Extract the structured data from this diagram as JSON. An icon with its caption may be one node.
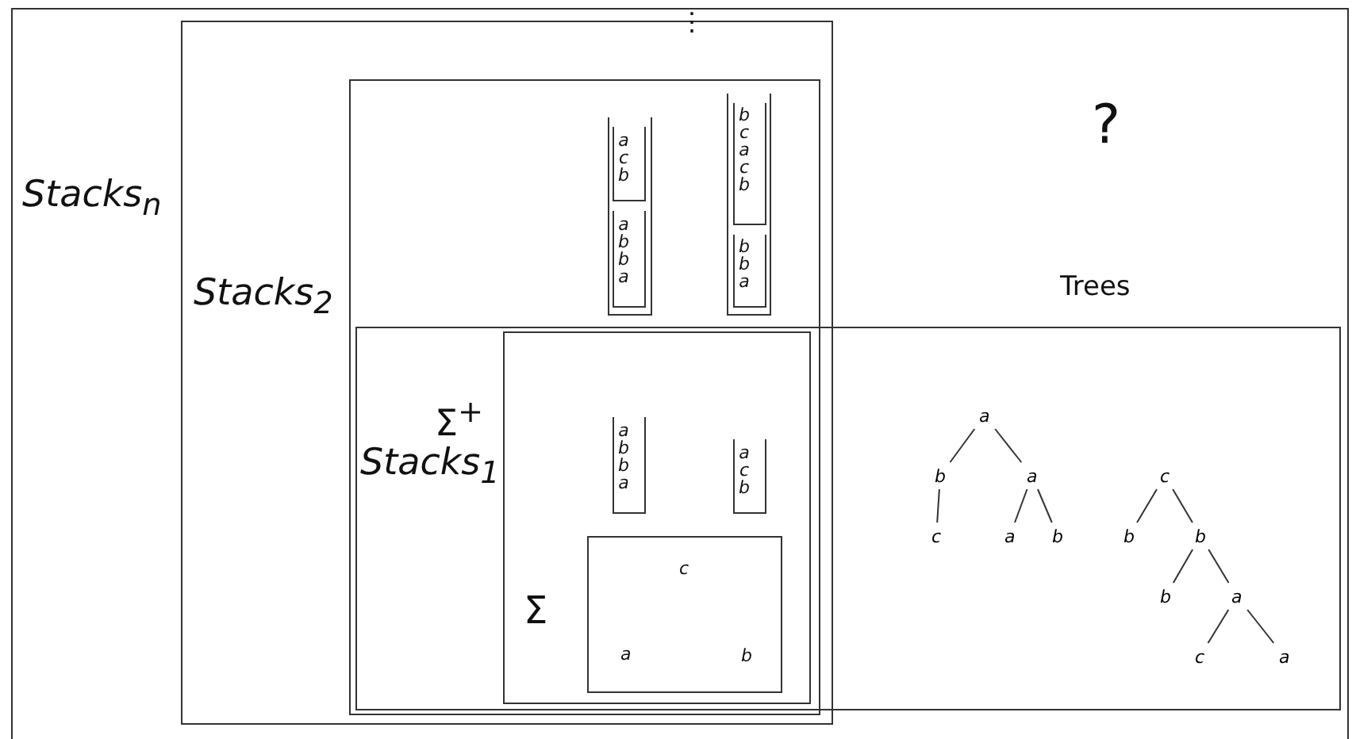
{
  "diagram": {
    "nodes": [
      {
        "text": [
          "Stacks$_{n}$"
        ]
      },
      {
        "text": [
          "Stacks$_{2}$"
        ],
        "in": 0
      },
      {
        "text": [],
        "shape": "box",
        "in": 1
      },
      {
        "text": [],
        "shape": "cup",
        "in": 2
      },
      {
        "text": [
          "a c b"
        ],
        "in": 3
      },
      {
        "text": [
          "a b b a"
        ],
        "in": 3
      },
      {
        "text": [],
        "shape": "cup",
        "in": 2
      },
      {
        "text": [
          "b c a c b"
        ],
        "in": 6
      },
      {
        "text": [
          "b b a"
        ],
        "in": 6
      },
      {
        "text": [
          "Trees"
        ],
        "in": 0
      },
      {
        "text": [],
        "shape": "box"
      },
      {
        "text": [
          "a b b a"
        ],
        "in": 10
      },
      {
        "text": [
          "a c b"
        ],
        "in": 10
      },
      {
        "text": [
          "c",
          "a",
          "b"
        ],
        "in": 10
      },
      {
        "text": [
          "a"
        ],
        "in": 9
      },
      {
        "text": [
          "b"
        ],
        "in": 9
      },
      {
        "text": [
          "a"
        ],
        "in": 9
      },
      {
        "text": [
          "c"
        ],
        "in": 9
      },
      {
        "text": [
          "a"
        ],
        "in": 9
      },
      {
        "text": [
          "b"
        ],
        "in": 9
      },
      {
        "text": [
          "c"
        ],
        "in": 9
      },
      {
        "text": [
          "b"
        ],
        "in": 9
      },
      {
        "text": [
          "b"
        ],
        "in": 9
      },
      {
        "text": [
          "b"
        ],
        "in": 9
      },
      {
        "text": [
          "a"
        ],
        "in": 9
      },
      {
        "text": [
          "c"
        ],
        "in": 9
      },
      {
        "text": [
          "a"
        ],
        "in": 9
      }
    ],
    "edges": [
      {
        "from": 14,
        "to": 15,
        "arrow": "none"
      },
      {
        "from": 14,
        "to": 16,
        "arrow": "none"
      },
      {
        "from": 15,
        "to": 17,
        "arrow": "none"
      },
      {
        "from": 16,
        "to": 18,
        "arrow": "none"
      },
      {
        "from": 16,
        "to": 19,
        "arrow": "none"
      },
      {
        "from": 20,
        "to": 21,
        "arrow": "none"
      },
      {
        "from": 20,
        "to": 22,
        "arrow": "none"
      },
      {
        "from": 22,
        "to": 23,
        "arrow": "none"
      },
      {
        "from": 22,
        "to": 24,
        "arrow": "none"
      },
      {
        "from": 24,
        "to": 25,
        "arrow": "none"
      },
      {
        "from": 24,
        "to": 26,
        "arrow": "none"
      }
    ],
    "labels": [
      "⋮",
      "?",
      "Σ$^{+}$",
      "Stacks$_{1}$",
      "Σ"
    ]
  }
}
